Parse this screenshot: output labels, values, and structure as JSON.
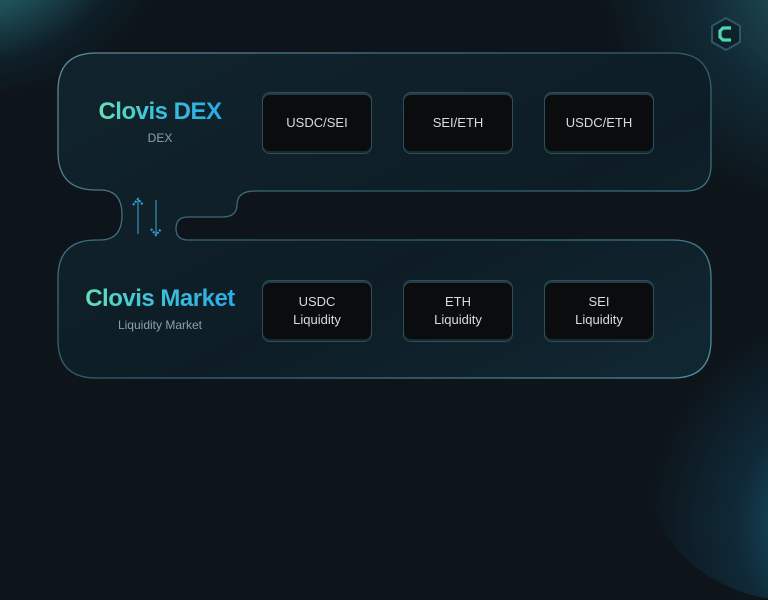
{
  "colors": {
    "background": "#0d151b",
    "panel_fill": "#0f1f27",
    "panel_stroke": "#3f7486",
    "title_gradient_start": "#6fe3b4",
    "title_gradient_end": "#2aa7e8",
    "arrow": "#2f9fdc",
    "pill_fill": "#0a0c0e",
    "pill_text": "#d5dde0",
    "subtitle_text": "#8aa0ab",
    "logo_accent": "#4fd6b0"
  },
  "logo": {
    "icon": "hexagon-c-logo-icon"
  },
  "dex": {
    "title": "Clovis DEX",
    "subtitle": "DEX",
    "pairs": [
      {
        "label": "USDC/SEI"
      },
      {
        "label": "SEI/ETH"
      },
      {
        "label": "USDC/ETH"
      }
    ]
  },
  "connector": {
    "icon": "bidirectional-arrows-icon"
  },
  "market": {
    "title": "Clovis Market",
    "subtitle": "Liquidity Market",
    "pools": [
      {
        "line1": "USDC",
        "line2": "Liquidity"
      },
      {
        "line1": "ETH",
        "line2": "Liquidity"
      },
      {
        "line1": "SEI",
        "line2": "Liquidity"
      }
    ]
  }
}
